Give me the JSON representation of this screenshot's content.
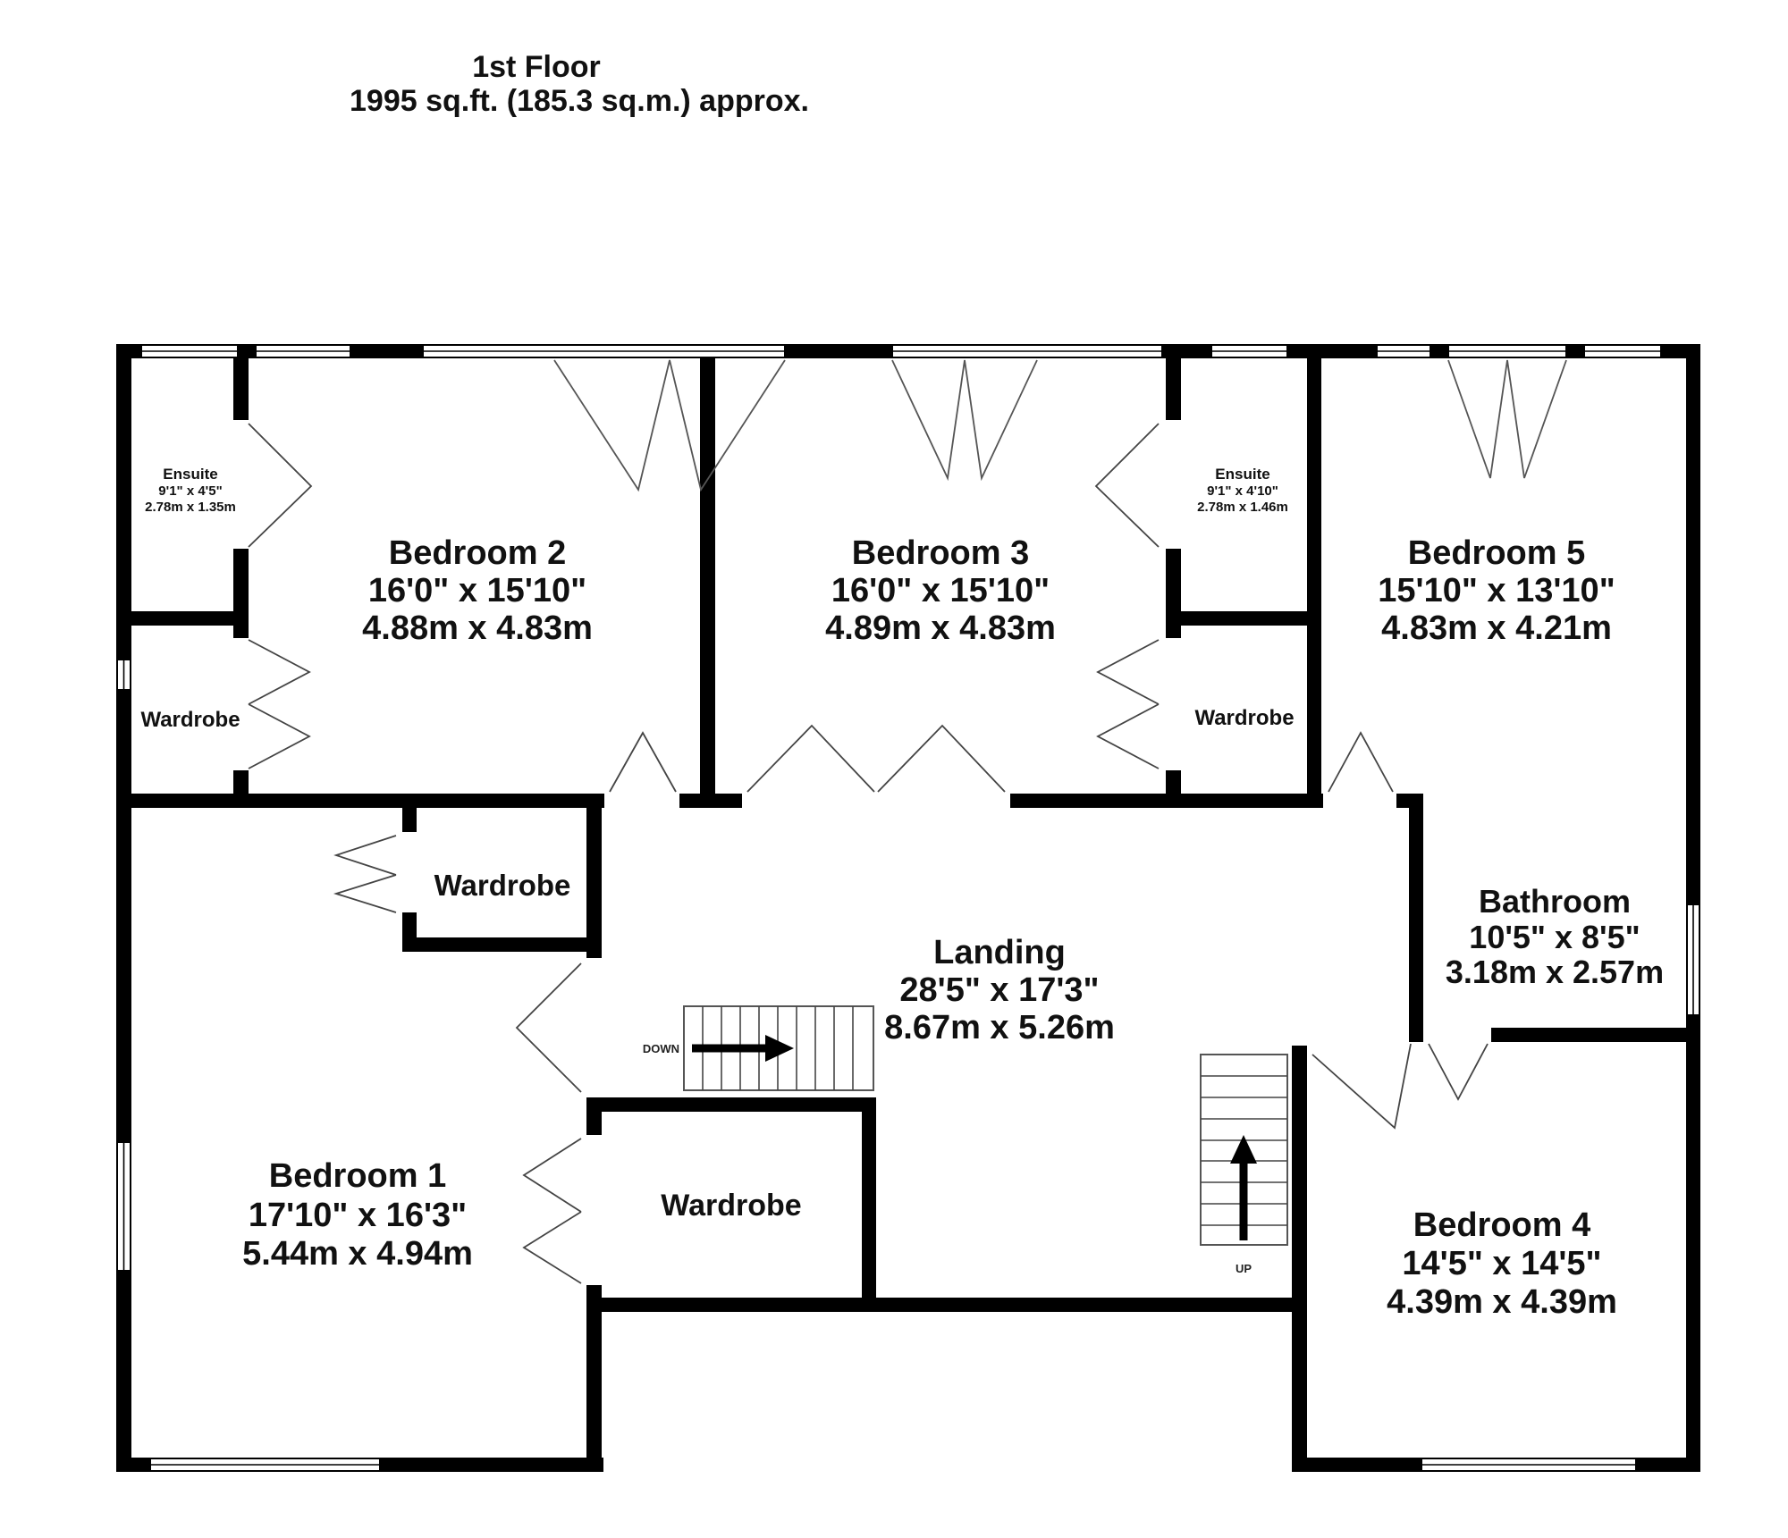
{
  "title": {
    "line1": "1st Floor",
    "line2": "1995 sq.ft. (185.3 sq.m.) approx."
  },
  "rooms": {
    "bedroom2": {
      "name": "Bedroom 2",
      "imperial": "16'0\"  x 15'10\"",
      "metric": "4.88m  x 4.83m"
    },
    "bedroom3": {
      "name": "Bedroom 3",
      "imperial": "16'0\"  x 15'10\"",
      "metric": "4.89m  x 4.83m"
    },
    "bedroom5": {
      "name": "Bedroom 5",
      "imperial": "15'10\"  x 13'10\"",
      "metric": "4.83m  x 4.21m"
    },
    "bedroom1": {
      "name": "Bedroom 1",
      "imperial": "17'10\"  x 16'3\"",
      "metric": "5.44m  x 4.94m"
    },
    "bedroom4": {
      "name": "Bedroom 4",
      "imperial": "14'5\"  x 14'5\"",
      "metric": "4.39m  x 4.39m"
    },
    "landing": {
      "name": "Landing",
      "imperial": "28'5\"  x 17'3\"",
      "metric": "8.67m  x 5.26m"
    },
    "bathroom": {
      "name": "Bathroom",
      "imperial": "10'5\"  x 8'5\"",
      "metric": "3.18m  x 2.57m"
    },
    "ensuite_left": {
      "name": "Ensuite",
      "imperial": "9'1\"  x 4'5\"",
      "metric": "2.78m  x 1.35m"
    },
    "ensuite_right": {
      "name": "Ensuite",
      "imperial": "9'1\"  x 4'10\"",
      "metric": "2.78m  x 1.46m"
    },
    "wardrobe_left": {
      "name": "Wardrobe"
    },
    "wardrobe_right": {
      "name": "Wardrobe"
    },
    "wardrobe_middle": {
      "name": "Wardrobe"
    },
    "wardrobe_bottom": {
      "name": "Wardrobe"
    }
  },
  "stairs": {
    "down_label": "DOWN",
    "up_label": "UP"
  },
  "colors": {
    "wall": "#000000",
    "background": "#ffffff",
    "door_line": "#444444"
  }
}
